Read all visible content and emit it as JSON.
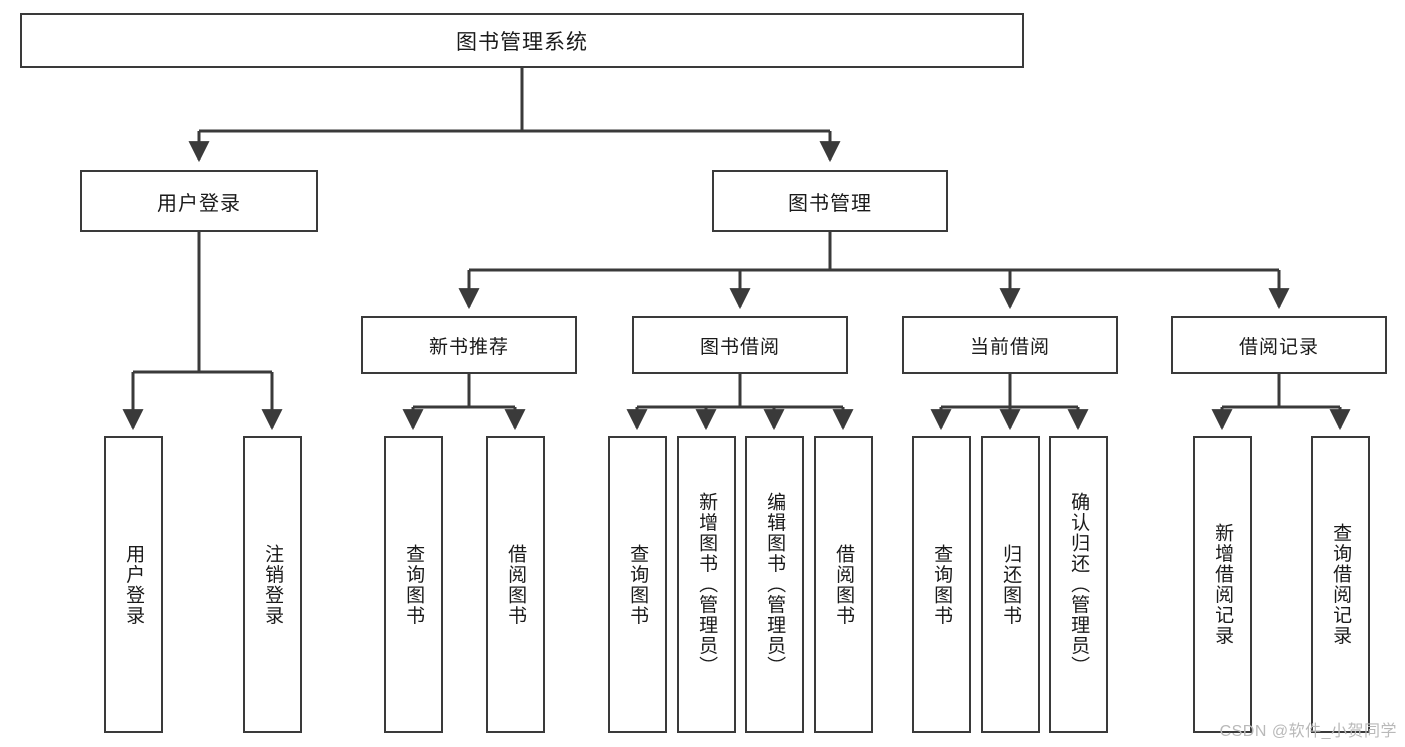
{
  "diagram": {
    "title": "图书管理系统",
    "type": "functional-decomposition-tree",
    "root": {
      "label": "图书管理系统"
    },
    "level2": [
      {
        "label": "用户登录"
      },
      {
        "label": "图书管理"
      }
    ],
    "level3": [
      {
        "label": "新书推荐"
      },
      {
        "label": "图书借阅"
      },
      {
        "label": "当前借阅"
      },
      {
        "label": "借阅记录"
      }
    ],
    "leaves": {
      "user_login": [
        {
          "label": "用户登录"
        },
        {
          "label": "注销登录"
        }
      ],
      "new_book_recommend": [
        {
          "label": "查询图书"
        },
        {
          "label": "借阅图书"
        }
      ],
      "book_borrow": [
        {
          "label": "查询图书"
        },
        {
          "label": "新增图书（管理员）"
        },
        {
          "label": "编辑图书（管理员）"
        },
        {
          "label": "借阅图书"
        }
      ],
      "current_borrow": [
        {
          "label": "查询图书"
        },
        {
          "label": "归还图书"
        },
        {
          "label": "确认归还（管理员）"
        }
      ],
      "borrow_record": [
        {
          "label": "新增借阅记录"
        },
        {
          "label": "查询借阅记录"
        }
      ]
    }
  },
  "watermark": {
    "text": "CSDN @软件_小贺同学"
  },
  "colors": {
    "border": "#3a3a3a",
    "background": "#ffffff",
    "text": "#1a1a1a",
    "watermark": "#b9b9b9"
  }
}
